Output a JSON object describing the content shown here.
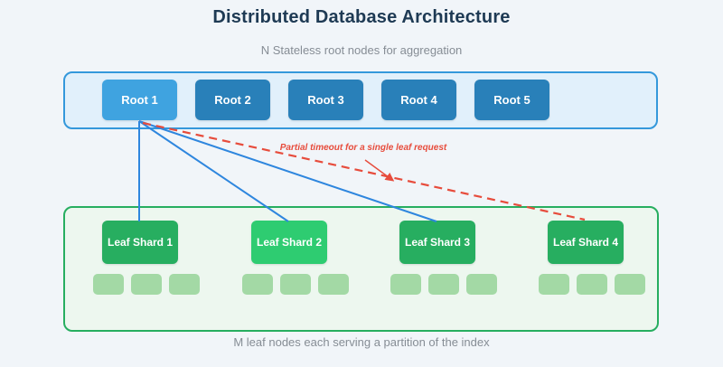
{
  "title": "Distributed Database Architecture",
  "root_section": {
    "caption": "N Stateless root nodes for aggregation",
    "nodes": [
      {
        "label": "Root 1",
        "highlighted": true
      },
      {
        "label": "Root 2",
        "highlighted": false
      },
      {
        "label": "Root 3",
        "highlighted": false
      },
      {
        "label": "Root 4",
        "highlighted": false
      },
      {
        "label": "Root 5",
        "highlighted": false
      }
    ]
  },
  "leaf_section": {
    "caption": "M leaf nodes each serving a partition of the index",
    "shards": [
      {
        "label": "Leaf Shard 1",
        "partitions": 3,
        "highlighted": false
      },
      {
        "label": "Leaf Shard 2",
        "partitions": 3,
        "highlighted": true
      },
      {
        "label": "Leaf Shard 3",
        "partitions": 3,
        "highlighted": false
      },
      {
        "label": "Leaf Shard 4",
        "partitions": 3,
        "highlighted": false
      }
    ]
  },
  "annotation": {
    "label": "Partial timeout for a single leaf request"
  },
  "edges": {
    "solid_from": "Root 1",
    "solid_to": [
      "Leaf Shard 1",
      "Leaf Shard 2",
      "Leaf Shard 3"
    ],
    "dashed_from": "Root 1",
    "dashed_to": "Leaf Shard 4"
  },
  "colors": {
    "background": "#f1f5f9",
    "title_text": "#1e3a54",
    "muted_text": "#868d95",
    "root_container_fill": "#e1f0fb",
    "root_container_border": "#3498db",
    "root_node_fill": "#2980b9",
    "root_node_highlight_fill": "#3fa3e0",
    "leaf_container_fill": "#edf7ef",
    "leaf_container_border": "#27ae60",
    "leaf_node_fill": "#27ae60",
    "leaf_node_highlight_fill": "#2ecc71",
    "partition_fill": "#a3d9a5",
    "edge_blue": "#2e86de",
    "edge_red": "#e74c3c"
  }
}
